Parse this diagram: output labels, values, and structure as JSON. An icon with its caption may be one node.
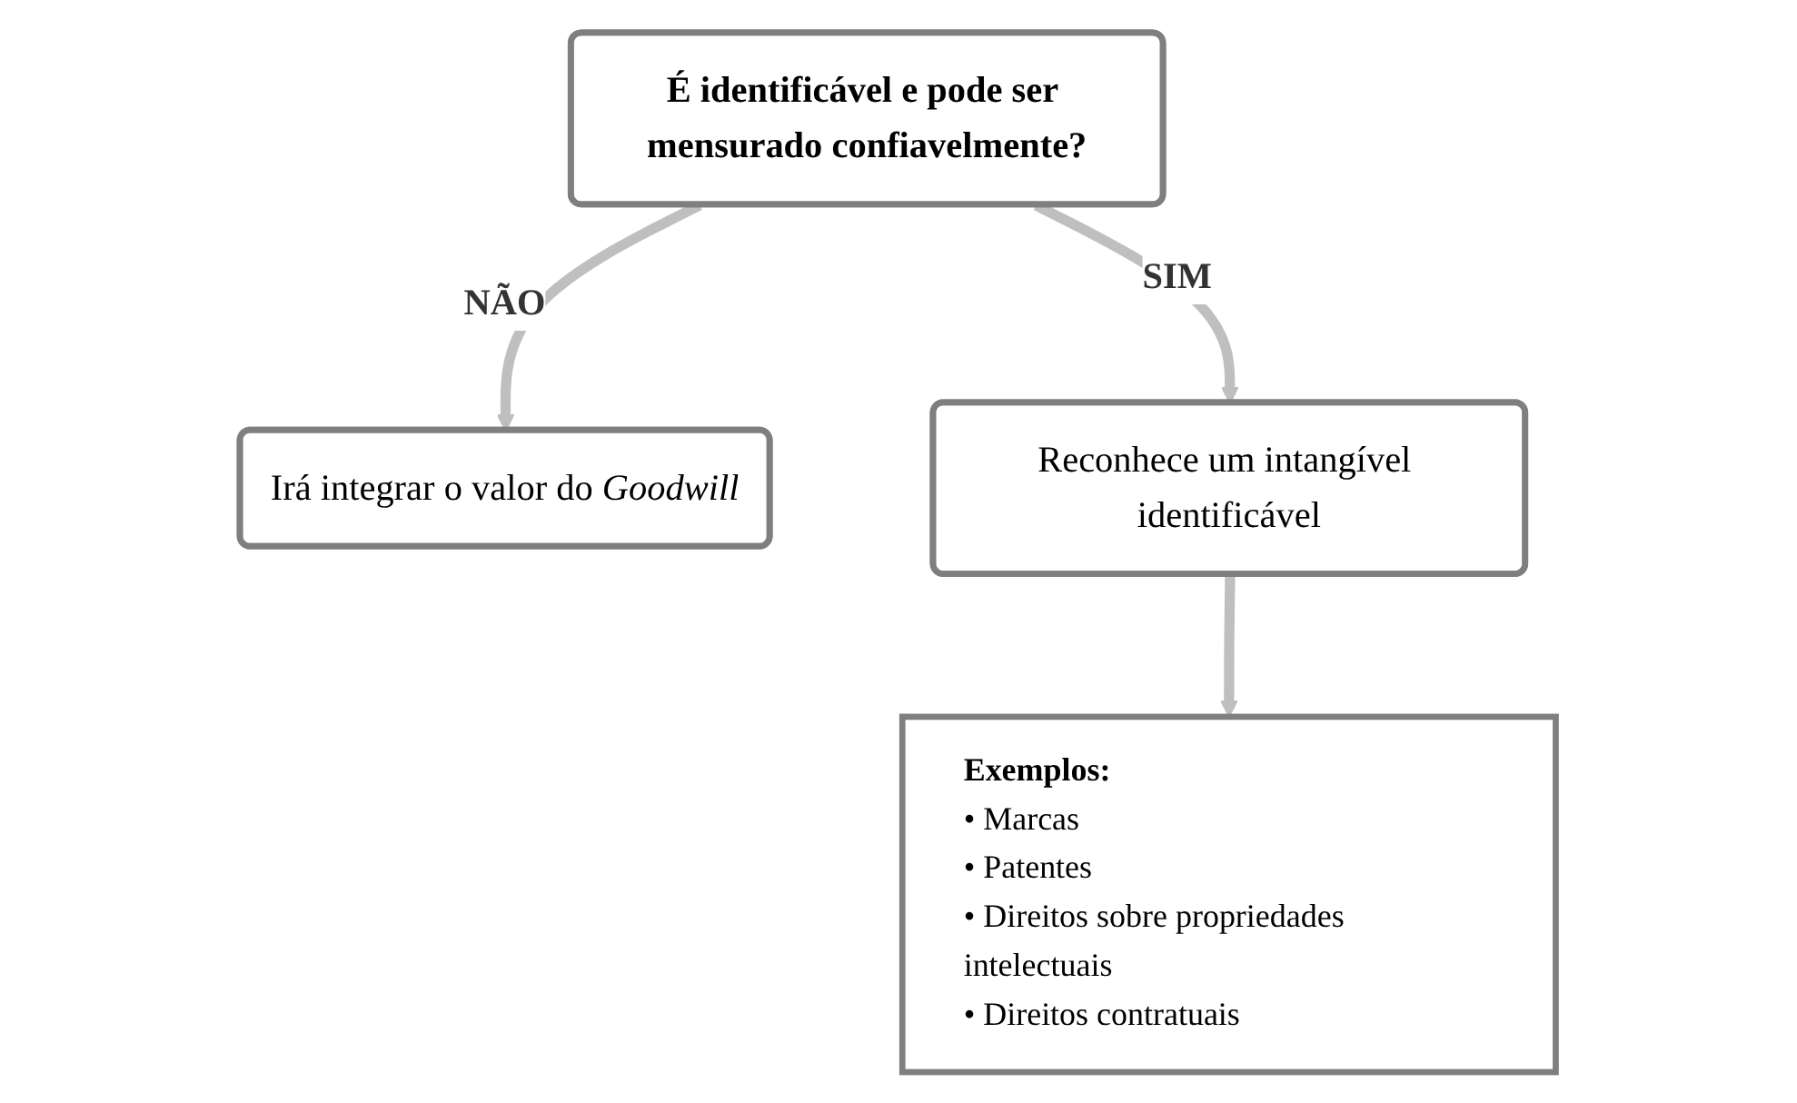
{
  "diagram": {
    "nodes": [
      {
        "text": [
          "É identificável e pode ser mensurado confiavelmente?"
        ]
      },
      {
        "text": [
          "Irá integrar o valor do *Goodwill*"
        ]
      },
      {
        "text": [
          "Reconhece um intangível identificável"
        ]
      },
      {
        "text": [
          "Exemplos:",
          "• Marcas",
          "• Patentes",
          "• Direitos sobre propriedades intelectuais",
          "• Direitos contratuais"
        ]
      }
    ],
    "edges": [
      {
        "from": 0,
        "to": 1,
        "arrow": "to",
        "label": "NÃO"
      },
      {
        "from": 0,
        "to": 2,
        "arrow": "to",
        "label": "SIM"
      },
      {
        "from": 2,
        "to": 3,
        "arrow": "to"
      }
    ]
  }
}
